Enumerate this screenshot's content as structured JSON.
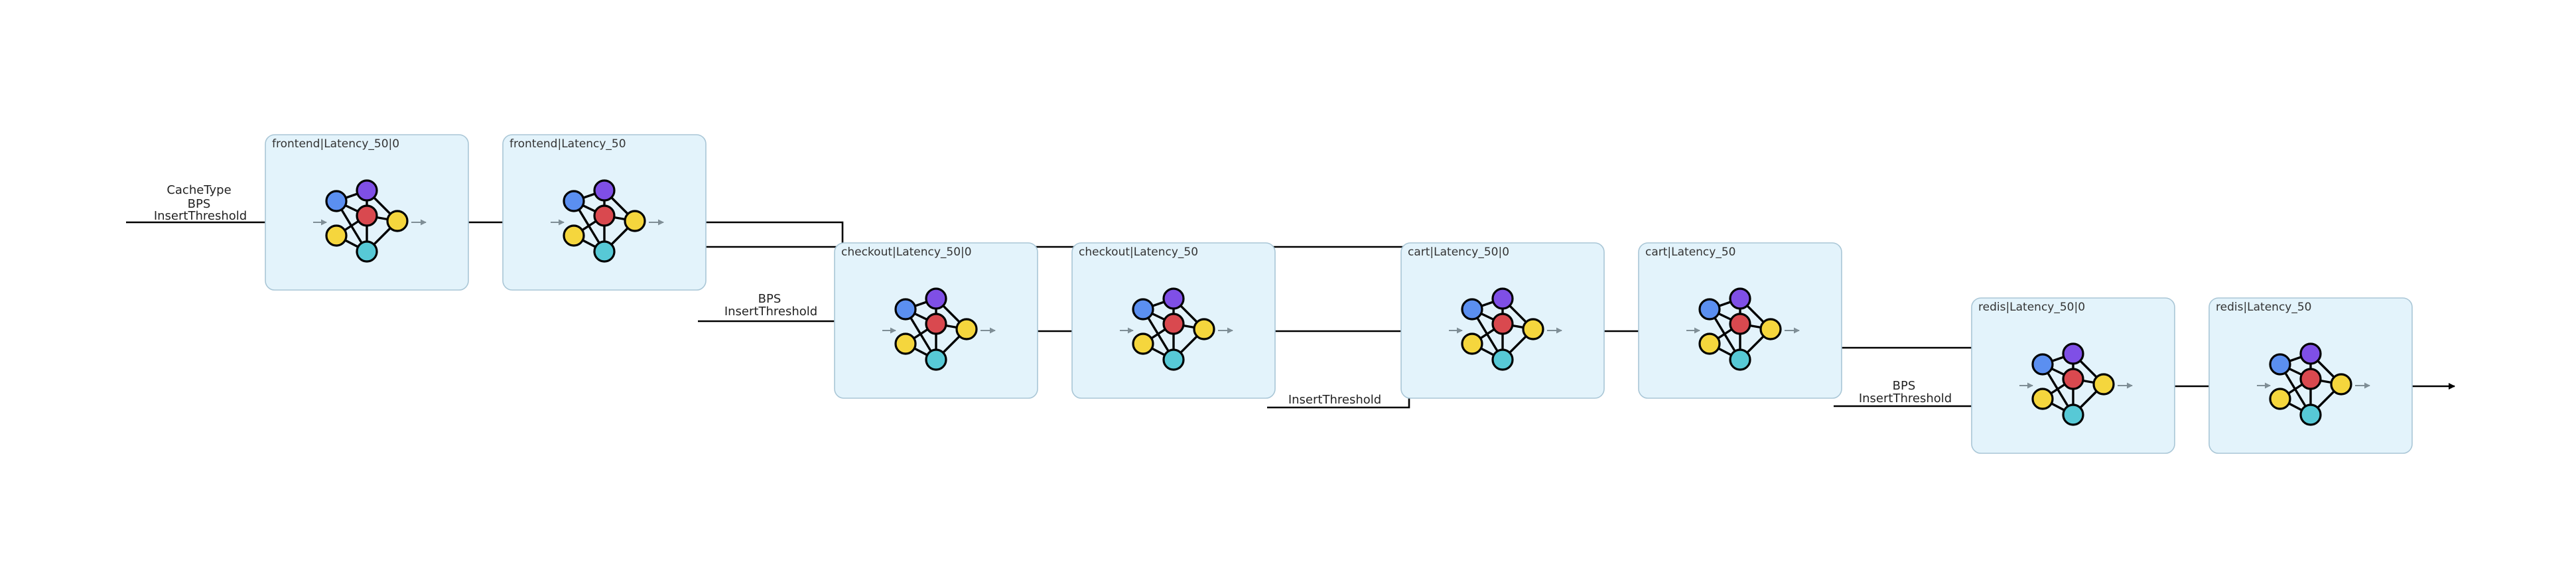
{
  "diagram": {
    "colors": {
      "box_fill": "#e3f3fb",
      "box_stroke": "#a9c6d6",
      "node_blue": "#5b8ff0",
      "node_purple": "#7f4fe6",
      "node_red": "#d9494f",
      "node_yellow": "#f5d63d",
      "node_cyan": "#57c9d6",
      "inner_arrow": "#7f8e96",
      "link": "#000000"
    },
    "boxes": [
      {
        "id": "b1",
        "title": "frontend|Latency_50|0"
      },
      {
        "id": "b2",
        "title": "frontend|Latency_50"
      },
      {
        "id": "b3",
        "title": "checkout|Latency_50|0"
      },
      {
        "id": "b4",
        "title": "checkout|Latency_50"
      },
      {
        "id": "b5",
        "title": "cart|Latency_50|0"
      },
      {
        "id": "b6",
        "title": "cart|Latency_50"
      },
      {
        "id": "b7",
        "title": "redis|Latency_50|0"
      },
      {
        "id": "b8",
        "title": "redis|Latency_50"
      }
    ],
    "labels": {
      "input_main": [
        "CacheType",
        "BPS",
        "InsertThreshold"
      ],
      "input_checkout": [
        "BPS",
        "InsertThreshold"
      ],
      "input_cart": [
        "InsertThreshold"
      ],
      "input_redis": [
        "BPS",
        "InsertThreshold"
      ]
    }
  }
}
